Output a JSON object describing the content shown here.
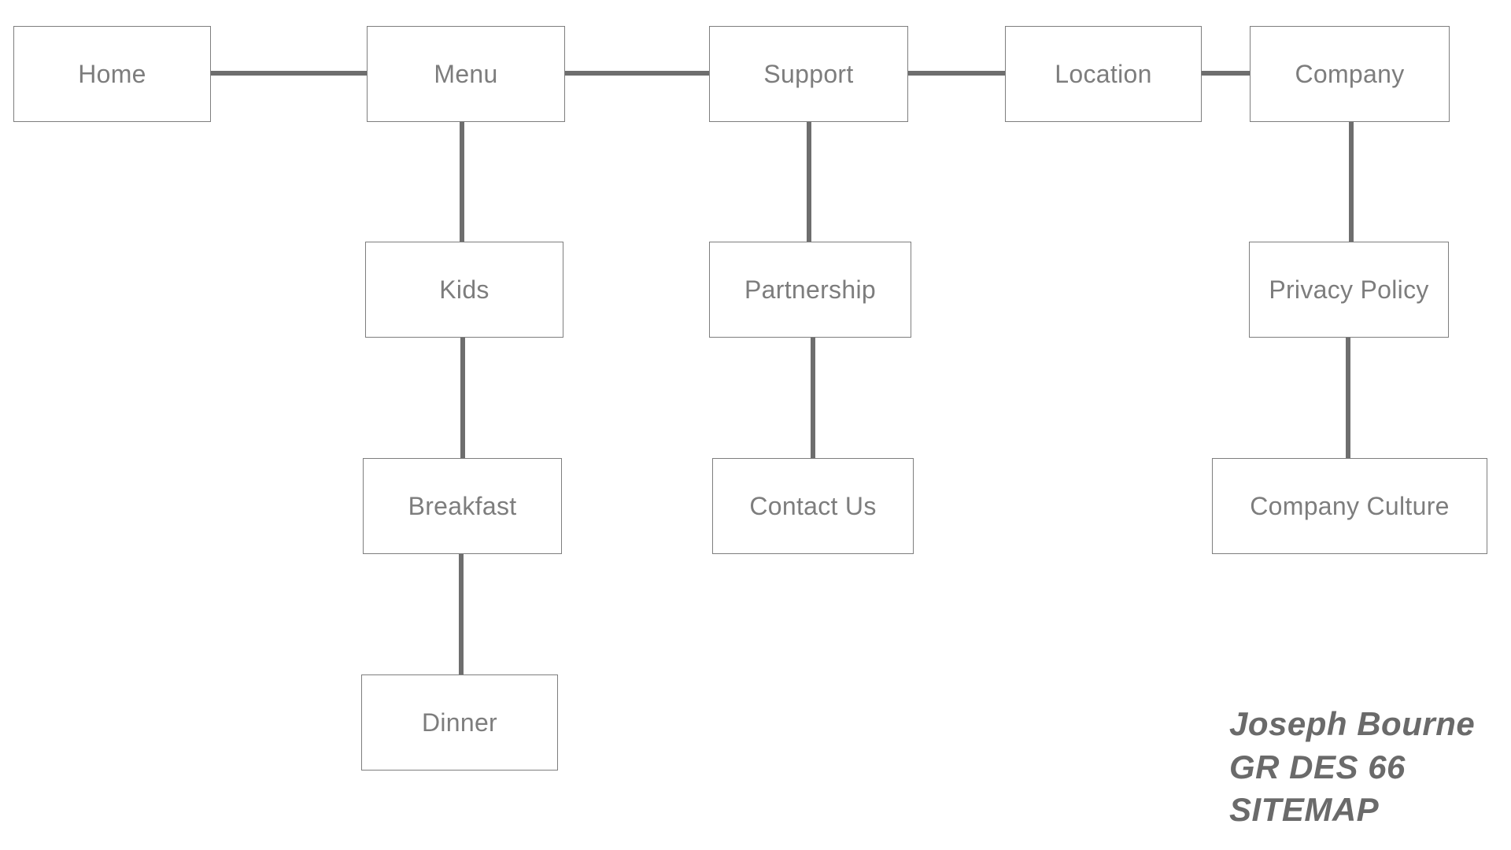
{
  "diagram": {
    "type": "sitemap-tree",
    "nodes": {
      "home": {
        "label": "Home"
      },
      "menu": {
        "label": "Menu"
      },
      "support": {
        "label": "Support"
      },
      "location": {
        "label": "Location"
      },
      "company": {
        "label": "Company"
      },
      "kids": {
        "label": "Kids"
      },
      "partnership": {
        "label": "Partnership"
      },
      "privacy_policy": {
        "label": "Privacy Policy"
      },
      "breakfast": {
        "label": "Breakfast"
      },
      "contact_us": {
        "label": "Contact Us"
      },
      "company_culture": {
        "label": "Company Culture"
      },
      "dinner": {
        "label": "Dinner"
      }
    },
    "edges": [
      {
        "from": "home",
        "to": "menu",
        "orientation": "horizontal"
      },
      {
        "from": "menu",
        "to": "support",
        "orientation": "horizontal"
      },
      {
        "from": "support",
        "to": "location",
        "orientation": "horizontal"
      },
      {
        "from": "location",
        "to": "company",
        "orientation": "horizontal"
      },
      {
        "from": "menu",
        "to": "kids",
        "orientation": "vertical"
      },
      {
        "from": "kids",
        "to": "breakfast",
        "orientation": "vertical"
      },
      {
        "from": "breakfast",
        "to": "dinner",
        "orientation": "vertical"
      },
      {
        "from": "support",
        "to": "partnership",
        "orientation": "vertical"
      },
      {
        "from": "partnership",
        "to": "contact_us",
        "orientation": "vertical"
      },
      {
        "from": "company",
        "to": "privacy_policy",
        "orientation": "vertical"
      },
      {
        "from": "privacy_policy",
        "to": "company_culture",
        "orientation": "vertical"
      }
    ]
  },
  "signature": {
    "line1": "Joseph Bourne",
    "line2": "GR DES 66",
    "line3": "SITEMAP"
  },
  "colors": {
    "background": "#ffffff",
    "node_border": "#7e7e7e",
    "node_text": "#7d7d7d",
    "connector": "#6e6e6e",
    "signature_text": "#6a6a6a"
  }
}
